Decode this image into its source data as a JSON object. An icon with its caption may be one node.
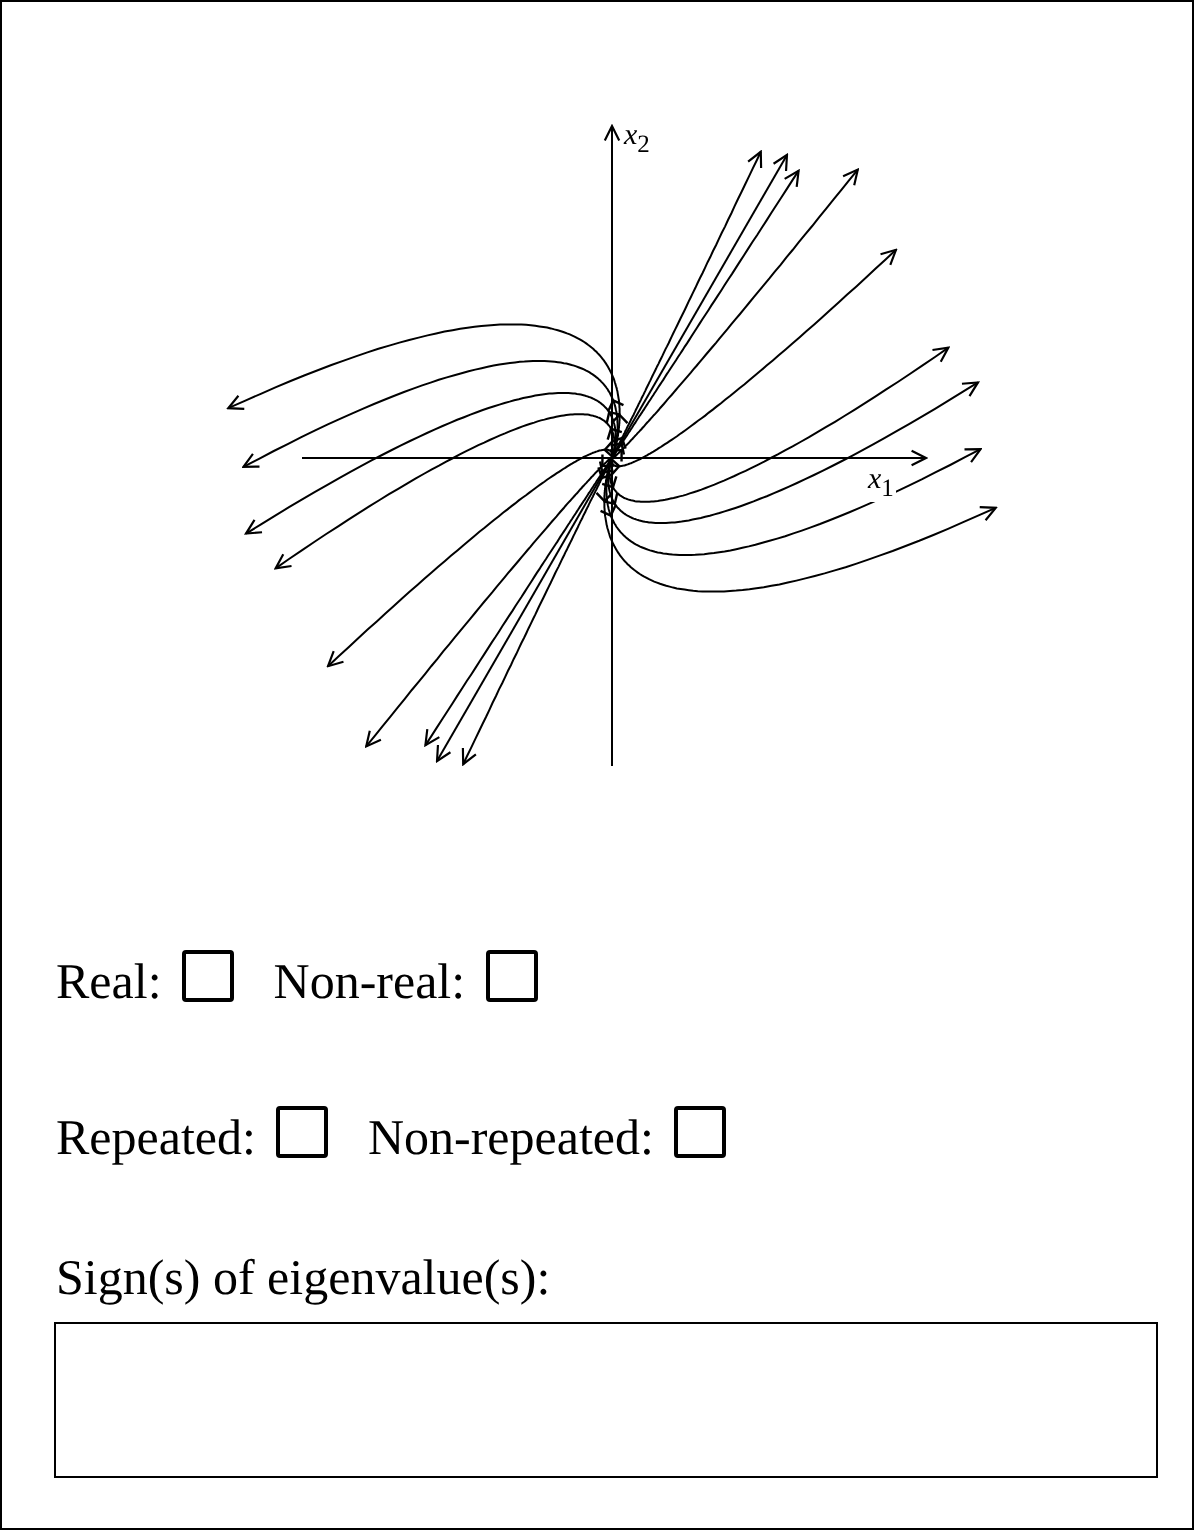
{
  "diagram": {
    "labels": [
      "*x*$_{2}$",
      "*x*$_{1}$",
      "Real:",
      "Non-real:",
      "Repeated:",
      "Non-repeated:",
      "Sign(s) of eigenvalue(s):"
    ]
  }
}
